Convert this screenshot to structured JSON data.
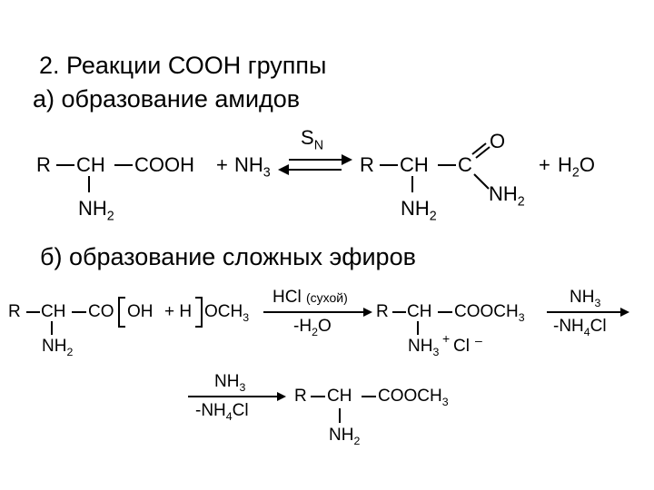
{
  "title": "2. Реакции СООН группы",
  "section_a": {
    "heading": "а) образование амидов",
    "reactant_r": "R",
    "reactant_ch": "CH",
    "reactant_cooh": "COOH",
    "plus1": "+",
    "reagent": "NH",
    "reagent_sub": "3",
    "arrow_label": "S",
    "arrow_label_sub": "N",
    "reactant_nh2": "NH",
    "nh2_sub": "2",
    "product_r": "R",
    "product_ch": "CH",
    "product_c": "C",
    "product_o": "O",
    "product_nh2": "NH",
    "product_nh2_sub": "2",
    "product_ch_nh2": "NH",
    "product_ch_nh2_sub": "2",
    "plus2": "+",
    "water": "H",
    "water_sub": "2",
    "water_o": "O"
  },
  "section_b": {
    "heading": "б) образование сложных эфиров",
    "r1": "R",
    "ch1": "CH",
    "co": "CO",
    "oh": "OH",
    "plus_h": "+ H",
    "och3": "OCH",
    "och3_sub": "3",
    "nh2_1": "NH",
    "nh2_1_sub": "2",
    "arrow1_top": "HCl",
    "arrow1_top_note": "(сухой)",
    "arrow1_bottom": "-H",
    "arrow1_bottom_sub": "2",
    "arrow1_bottom_o": "O",
    "r2": "R",
    "ch2": "CH",
    "cooch3_2": "COOCH",
    "cooch3_2_sub": "3",
    "nh3_salt": "NH",
    "nh3_salt_sub": "3",
    "salt_plus": "+",
    "salt_cl": "Cl",
    "salt_minus": "–",
    "arrow2_top": "NH",
    "arrow2_top_sub": "3",
    "arrow2_bottom": "-NH",
    "arrow2_bottom_sub": "4",
    "arrow2_bottom_cl": "Cl",
    "arrow3_top": "NH",
    "arrow3_top_sub": "3",
    "arrow3_bottom": "-NH",
    "arrow3_bottom_sub": "4",
    "arrow3_bottom_cl": "Cl",
    "r3": "R",
    "ch3": "CH",
    "cooch3_3": "COOCH",
    "cooch3_3_sub": "3",
    "nh2_3": "NH",
    "nh2_3_sub": "2"
  }
}
